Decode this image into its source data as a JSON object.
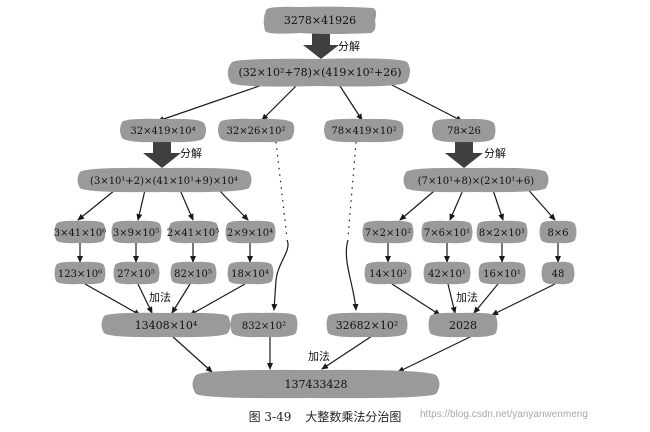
{
  "nodes": {
    "root": "3278×41926",
    "level1": "(32×10²+78)×(419×10²+26)",
    "product_a": "32×419×10⁴",
    "product_b": "32×26×10²",
    "product_c": "78×419×10²",
    "product_d": "78×26",
    "expand_a": "(3×10¹+2)×(41×10¹+9)×10⁴",
    "expand_d": "(7×10¹+8)×(2×10¹+6)",
    "a1": "3×41×10⁶",
    "a2": "3×9×10⁵",
    "a3": "2×41×10⁵",
    "a4": "2×9×10⁴",
    "a1r": "123×10⁶",
    "a2r": "27×10⁵",
    "a3r": "82×10⁵",
    "a4r": "18×10⁴",
    "d1": "7×2×10²",
    "d2": "7×6×10¹",
    "d3": "8×2×10¹",
    "d4": "8×6",
    "d1r": "14×10²",
    "d2r": "42×10¹",
    "d3r": "16×10¹",
    "d4r": "48",
    "sum_a": "13408×10⁴",
    "sum_b": "832×10²",
    "sum_c": "32682×10²",
    "sum_d": "2028",
    "final": "137433428"
  },
  "labels": {
    "decompose": "分解",
    "add": "加法"
  },
  "caption": {
    "figure_number": "图 3-49",
    "title": "大整数乘法分治图"
  },
  "watermark": "https://blog.csdn.net/yanyanwenmeng",
  "colors": {
    "node_fill": "#9a9a9a",
    "line": "#1a1a1a",
    "block_arrow": "#3f3f3f"
  }
}
